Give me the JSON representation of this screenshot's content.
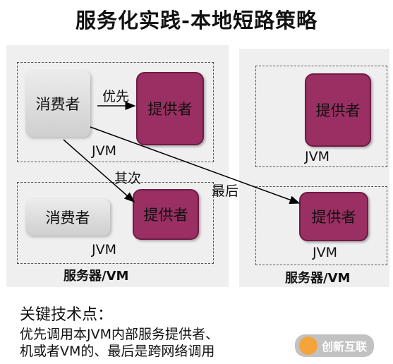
{
  "title": "服务化实践-本地短路策略",
  "left_server": {
    "top_jvm": {
      "consumer": "消费者",
      "provider": "提供者",
      "jvm": "JVM"
    },
    "bottom_jvm": {
      "consumer": "消费者",
      "provider": "提供者",
      "jvm": "JVM"
    },
    "label": "服务器/VM"
  },
  "right_server": {
    "top_jvm": {
      "provider": "提供者",
      "jvm": "JVM"
    },
    "bottom_jvm": {
      "provider": "提供者",
      "jvm": "JVM"
    },
    "label": "服务器/VM"
  },
  "arrows": {
    "first": "优先",
    "second": "其次",
    "last": "最后"
  },
  "key_points": {
    "heading": "关键技术点：",
    "line1": "优先调用本JVM内部服务提供者、",
    "line2": "机或者VM的、最后是跨网络调用"
  },
  "watermark": "创新互联"
}
